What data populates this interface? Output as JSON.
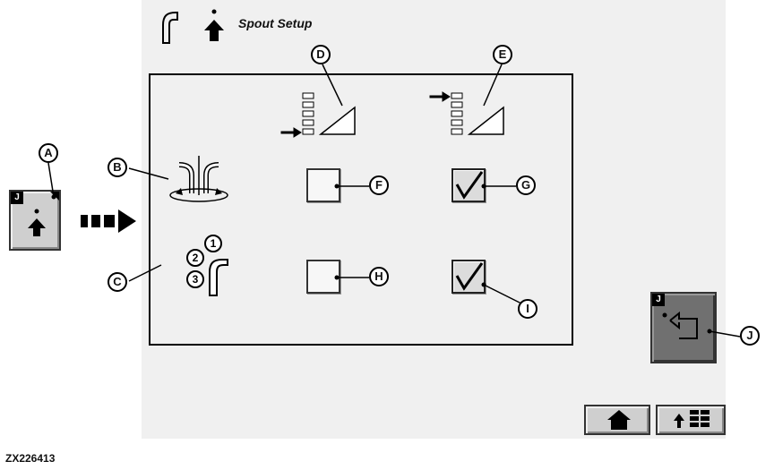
{
  "header": {
    "title": "Spout Setup",
    "spout_icon": "spout-icon",
    "arrow_icon": "up-arrow-icon"
  },
  "panel": {
    "columns": [
      {
        "icon": "bar-graph-lower-icon",
        "callout": "D"
      },
      {
        "icon": "bar-graph-upper-icon",
        "callout": "E"
      }
    ],
    "rows": [
      {
        "icon": "spout-rotate-icon",
        "callout": "B",
        "cells": [
          {
            "checked": false,
            "callout": "F"
          },
          {
            "checked": true,
            "callout": "G"
          }
        ]
      },
      {
        "icon": "spout-sequence-icon",
        "callout": "C",
        "cells": [
          {
            "checked": false,
            "callout": "H"
          },
          {
            "checked": true,
            "callout": "I"
          }
        ]
      }
    ],
    "sequence_numbers": [
      "1",
      "2",
      "3"
    ]
  },
  "left_softkey": {
    "badge": "J",
    "icon": "up-arrow-icon",
    "callout": "A"
  },
  "return_softkey": {
    "badge": "J",
    "icon": "return-arrow-icon",
    "callout": "J"
  },
  "nav_buttons": [
    {
      "icon": "home-icon"
    },
    {
      "icon": "menu-icon"
    }
  ],
  "figure_code": "ZX226413",
  "colors": {
    "screen_bg": "#f0f0f0",
    "softkey_bg": "#cfcfcf",
    "return_softkey_bg": "#707070"
  }
}
